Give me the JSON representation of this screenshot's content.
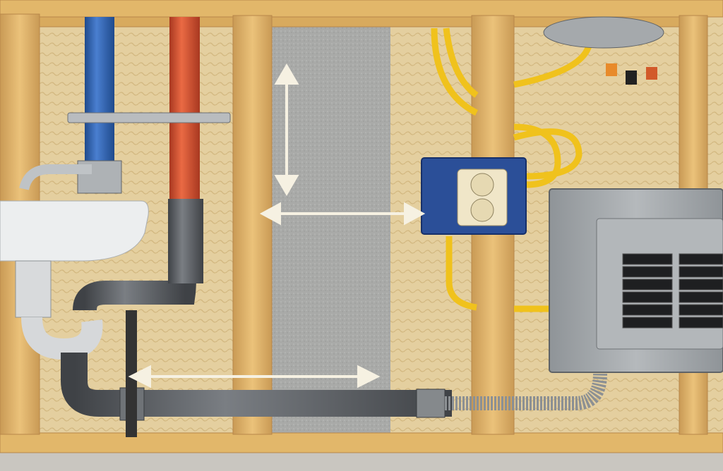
{
  "scene": {
    "subject": "in-wall-utilities-cutaway",
    "colors": {
      "wood": "#e2b76a",
      "wood_edge": "#b8874a",
      "insulation": "#e4cf9f",
      "drywall": "#a9aaa8",
      "cold_pipe": "#2f5fa8",
      "hot_pipe": "#d2502f",
      "drain_pipe": "#5c5f63",
      "wire": "#f0c21c",
      "outlet_box": "#2b4f98",
      "panel": "#9ea3a6",
      "arrow": "#f6f1e2"
    },
    "icons": [
      "double-arrow-vertical",
      "double-arrow-horizontal",
      "outlet-icon",
      "breaker-panel-icon"
    ]
  }
}
